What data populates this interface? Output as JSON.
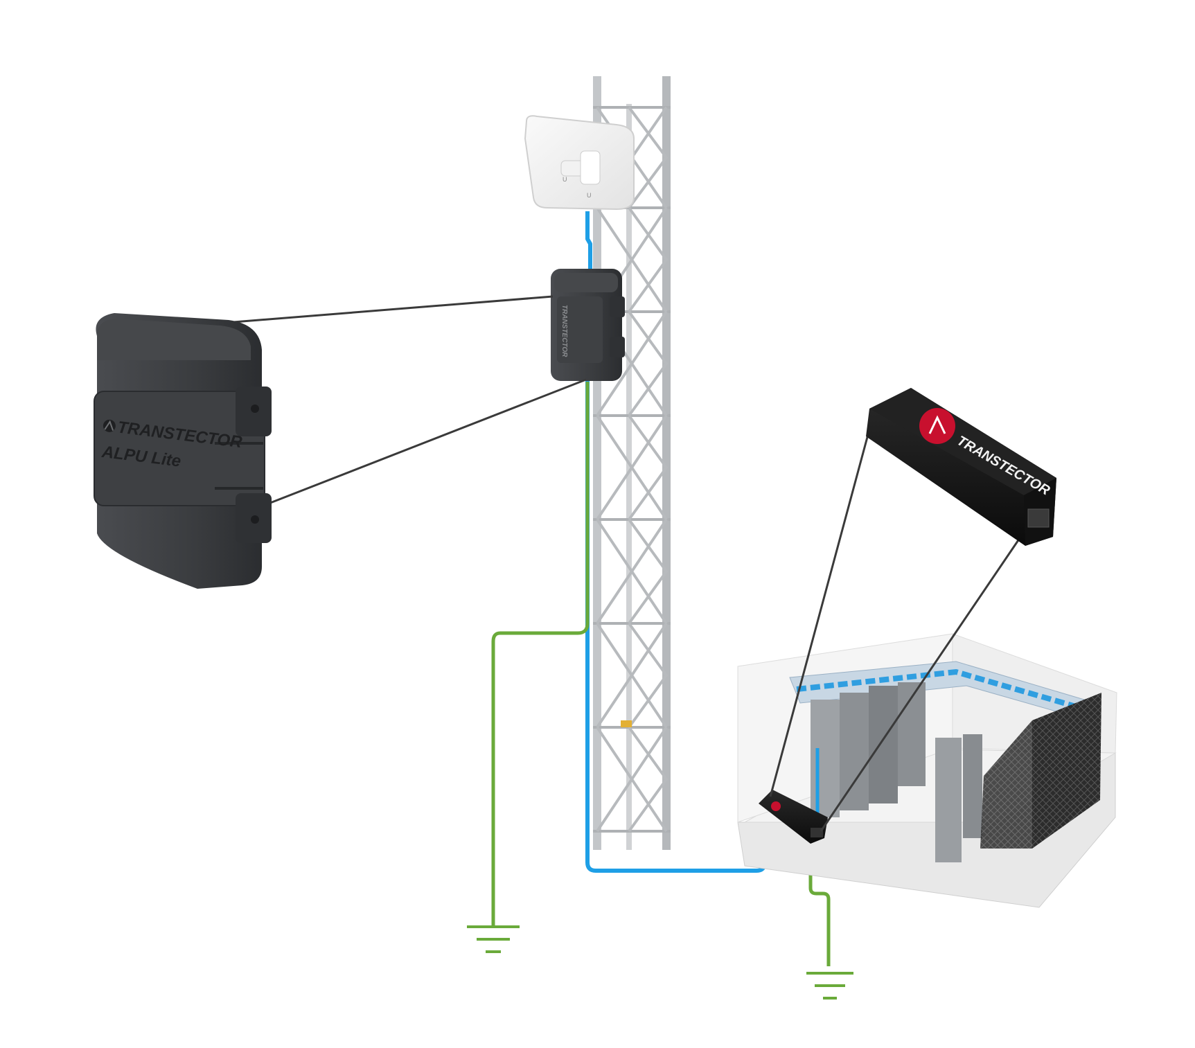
{
  "colors": {
    "ethernet_cable": "#1e9fe6",
    "ground_wire": "#6aaa3a",
    "callout_line": "#3a3a3a",
    "tower_steel": "#b9bcbf",
    "enclosure_body": "#3b3d40",
    "injector_body": "#141414",
    "logo_red": "#c8102e"
  },
  "icons": {
    "radio": "antenna-radio-icon",
    "tower": "lattice-tower-icon",
    "surge_enclosure": "outdoor-surge-protector-icon",
    "inline_protector": "inline-ethernet-protector-icon",
    "equipment_room": "server-room-icon",
    "ground": "ground-symbol-icon"
  },
  "enclosure_large": {
    "brand": "TRANSTECTOR",
    "model": "ALPU Lite"
  },
  "inline_protector_large": {
    "brand": "TRANSTECTOR"
  }
}
